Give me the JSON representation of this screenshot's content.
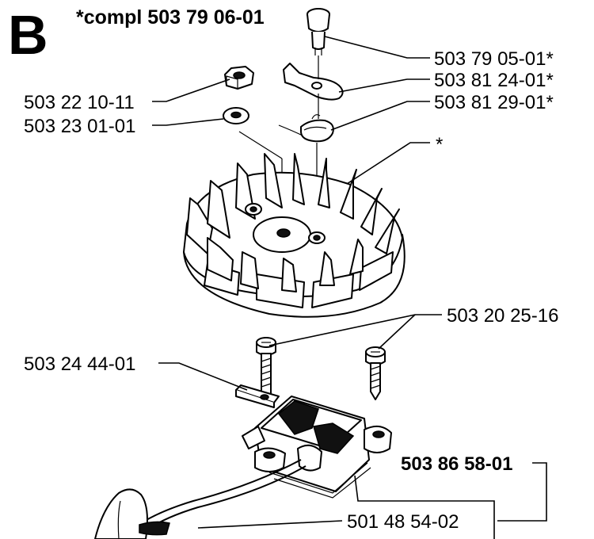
{
  "section_letter": "B",
  "assembly_note": "*compl 503 79 06-01",
  "labels": {
    "pin": "503 79 05-01*",
    "pawl": "503 81 24-01*",
    "spring": "503 81 29-01*",
    "flywheel": "*",
    "nut": "503 22 10-11",
    "washer": "503 23 01-01",
    "screws": "503 20 25-16",
    "bracket": "503 24 44-01",
    "ignition_module": "503 86 58-01",
    "cable": "501 48 54-02"
  }
}
